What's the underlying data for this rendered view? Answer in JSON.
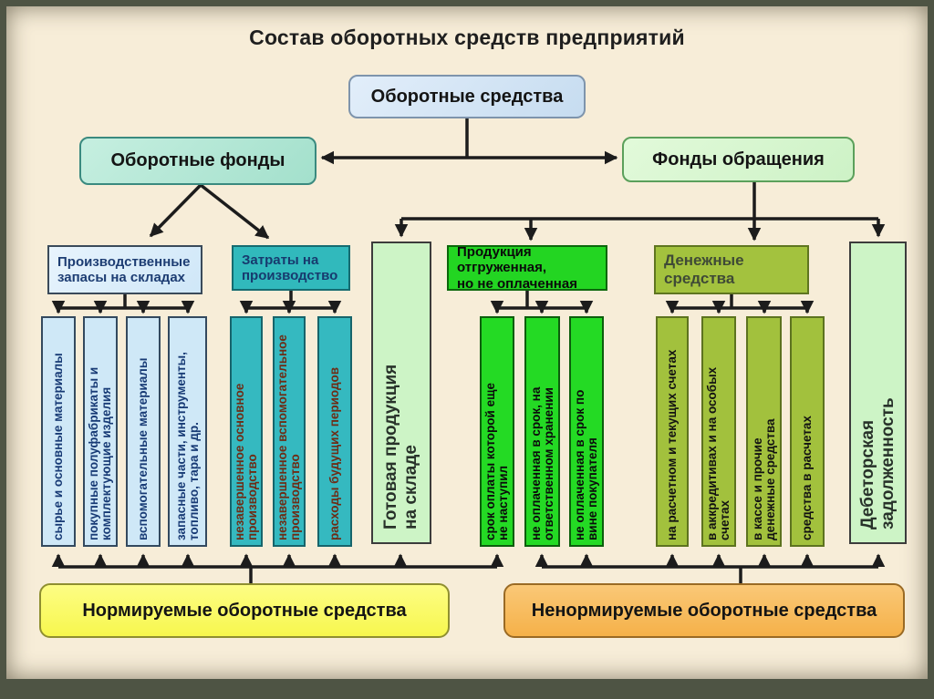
{
  "title": "Состав оборотных средств предприятий",
  "root": {
    "label": "Оборотные средства"
  },
  "branches": {
    "left": {
      "label": "Оборотные фонды"
    },
    "right": {
      "label": "Фонды обращения"
    }
  },
  "groups": {
    "production_stock": {
      "label": "Производственные\nзапасы на складах",
      "columns": [
        {
          "label": "сырье и основные материалы"
        },
        {
          "label": "покупные полуфабрикаты и\nкомплектующие изделия"
        },
        {
          "label": "вспомогательные материалы"
        },
        {
          "label": "запасные части, инструменты,\nтопливо, тара и др."
        }
      ]
    },
    "production_costs": {
      "label": "Затраты на\nпроизводство",
      "columns": [
        {
          "label": "незавершенное основное\nпроизводство"
        },
        {
          "label": "незавершенное вспомогательное\nпроизводство"
        },
        {
          "label": "расходы будущих периодов"
        }
      ]
    },
    "finished_goods": {
      "label": "Готовая продукция\nна складе"
    },
    "shipped_products": {
      "label": "Продукция отгруженная,\nно не оплаченная",
      "columns": [
        {
          "label": "срок оплаты которой еще\nне наступил"
        },
        {
          "label": "не оплаченная в срок,  на\nответственном хранении"
        },
        {
          "label": "не оплаченная в срок по\nвине покупателя"
        }
      ]
    },
    "money": {
      "label": "Денежные\nсредства",
      "columns": [
        {
          "label": "на расчетном и текущих счетах"
        },
        {
          "label": "в аккредитивах и на особых\nсчетах"
        },
        {
          "label": "в кассе и прочие\nденежные средства"
        },
        {
          "label": "средства в расчетах"
        }
      ]
    },
    "receivables": {
      "label": "Дебеторская\nзадолженность"
    }
  },
  "footer": {
    "normalized": {
      "label": "Нормируемые оборотные средства"
    },
    "non_normalized": {
      "label": "Ненормируемые оборотные средства"
    }
  },
  "colors": {
    "canvas_background": "#f7edd8",
    "frame": "#4e5444",
    "root_box": "#cfe3f4",
    "working_funds_box": "#aee5d2",
    "circulation_funds_box": "#d7f6d0",
    "stock_blue": "#cfe8f7",
    "costs_teal": "#31b9bc",
    "shipped_green": "#23d522",
    "money_olive": "#a3c23e",
    "finished_goods_pale_green": "#cdf4c6",
    "normalized_yellow": "#fbfb5f",
    "non_normalized_orange": "#f8bc57",
    "connector_lines": "#1c1c1c"
  }
}
